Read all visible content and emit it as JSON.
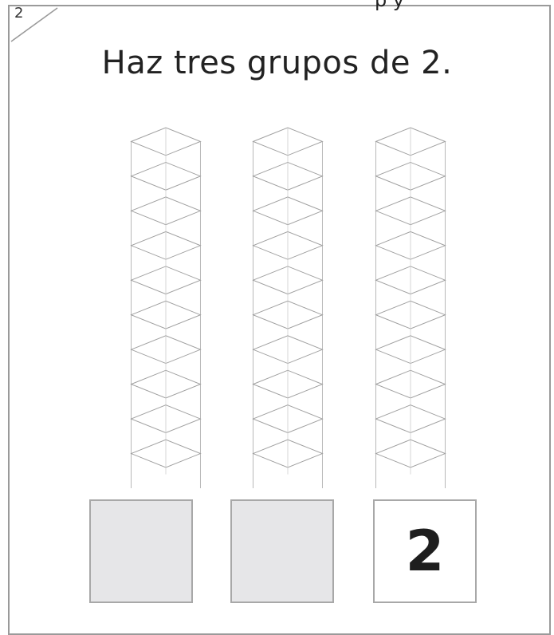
{
  "page": {
    "number": "2",
    "top_fragment": "p y"
  },
  "prompt": "Haz tres grupos de 2.",
  "sticks": {
    "count": 3,
    "cubes_per_stick": 10
  },
  "boxes": [
    {
      "value": "",
      "shaded": true
    },
    {
      "value": "",
      "shaded": true
    },
    {
      "value": "2",
      "shaded": false
    }
  ]
}
